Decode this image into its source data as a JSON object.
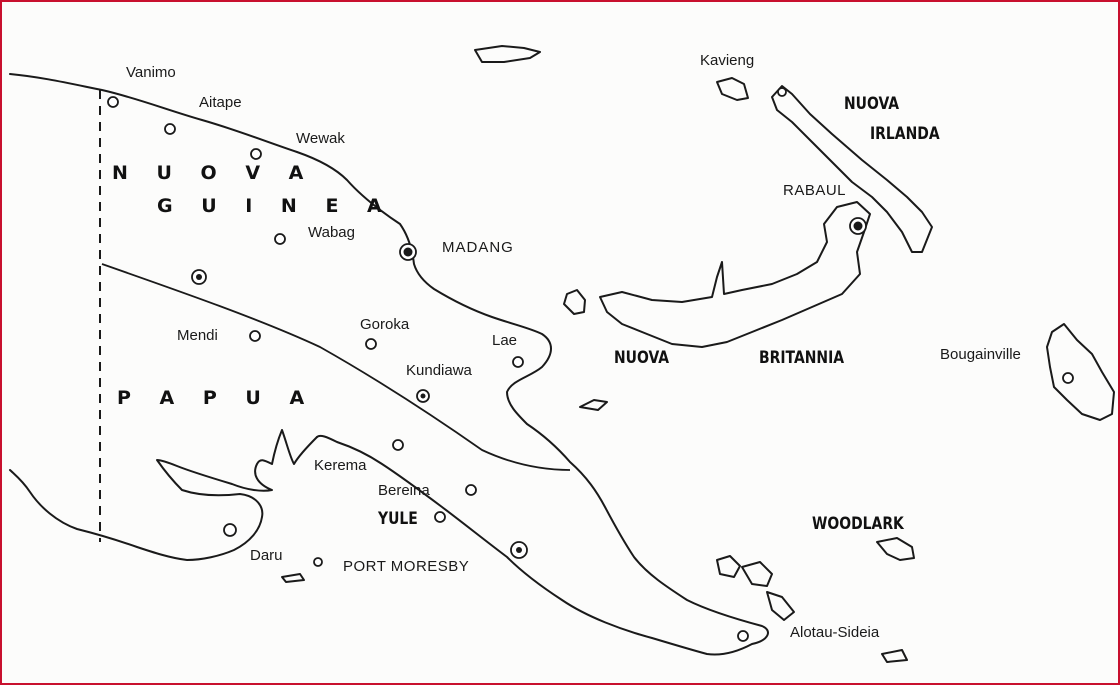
{
  "map": {
    "regions": {
      "nuova_guinea_1": "N U O V A",
      "nuova_guinea_2": "G U I N E A",
      "papua": "P A P U A",
      "nuova_irlanda_1": "NUOVA",
      "nuova_irlanda_2": "IRLANDA",
      "nuova_britannia_1": "NUOVA",
      "nuova_britannia_2": "BRITANNIA",
      "woodlark": "WOODLARK",
      "yule": "YULE"
    },
    "towns": {
      "vanimo": "Vanimo",
      "aitape": "Aitape",
      "wewak": "Wewak",
      "wabag": "Wabag",
      "madang": "MADANG",
      "mendi": "Mendi",
      "goroka": "Goroka",
      "lae": "Lae",
      "kundiawa": "Kundiawa",
      "kerema": "Kerema",
      "bereina": "Bereina",
      "daru": "Daru",
      "port_moresby": "PORT MORESBY",
      "kavieng": "Kavieng",
      "rabaul": "RABAUL",
      "bougainville": "Bougainville",
      "alotau": "Alotau-Sideia"
    }
  }
}
